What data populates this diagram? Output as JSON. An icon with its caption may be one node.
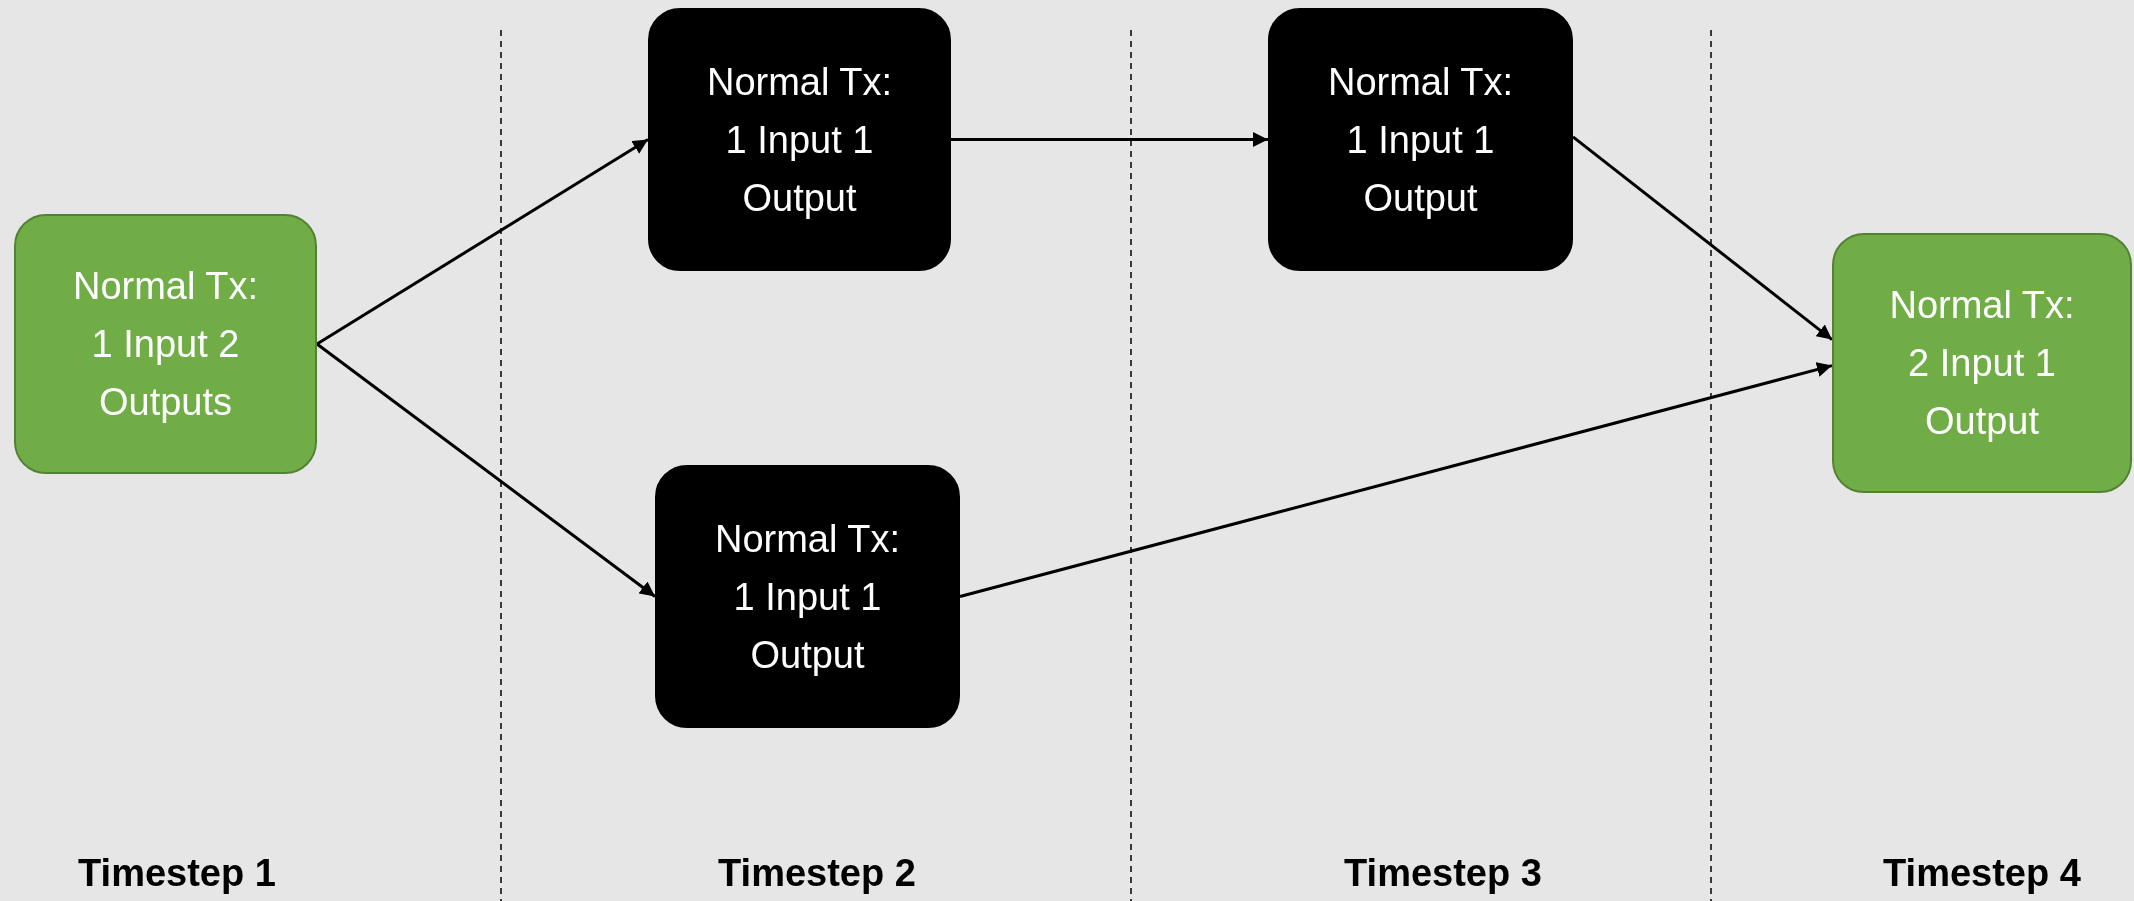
{
  "diagram": {
    "nodes": [
      {
        "text": [
          "Normal Tx: 1 Input 2 Outputs"
        ]
      },
      {
        "text": [
          "Normal Tx: 1 Input 1 Output"
        ]
      },
      {
        "text": [
          "Normal Tx: 1 Input 1 Output"
        ]
      },
      {
        "text": [
          "Normal Tx: 1 Input 1 Output"
        ]
      },
      {
        "text": [
          "Normal Tx: 2 Input 1 Output"
        ]
      }
    ],
    "edges": [
      {
        "from": 0,
        "to": 1,
        "arrow": "to"
      },
      {
        "from": 0,
        "to": 2,
        "arrow": "to"
      },
      {
        "from": 1,
        "to": 3,
        "arrow": "to"
      },
      {
        "from": 3,
        "to": 4,
        "arrow": "to"
      },
      {
        "from": 2,
        "to": 4,
        "arrow": "to"
      }
    ],
    "labels": [
      "Timestep 1",
      "Timestep 2",
      "Timestep 3",
      "Timestep 4"
    ]
  }
}
